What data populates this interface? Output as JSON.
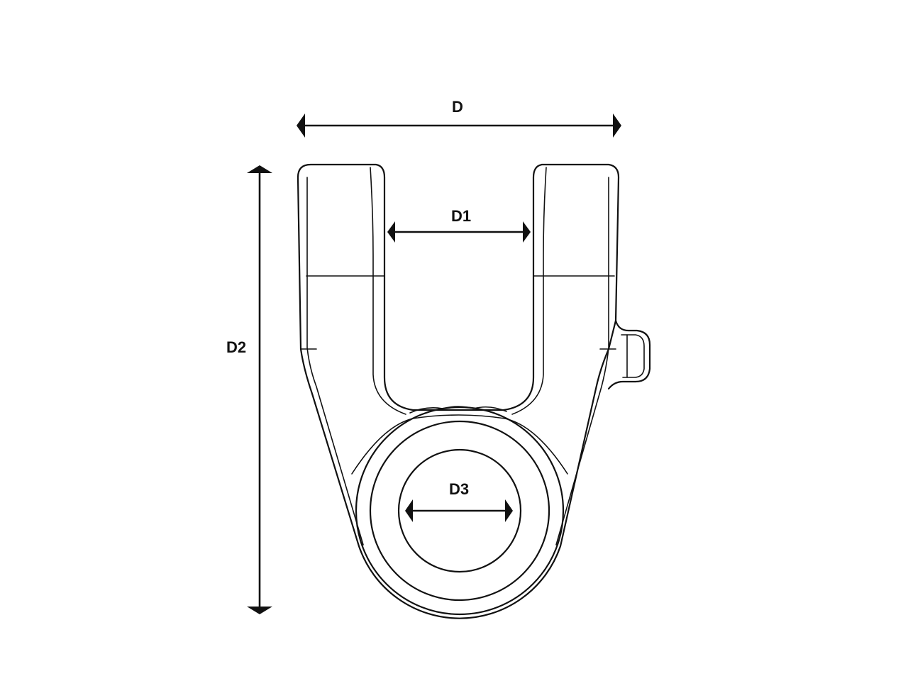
{
  "dimensions": {
    "d": {
      "label": "D"
    },
    "d1": {
      "label": "D1"
    },
    "d2": {
      "label": "D2"
    },
    "d3": {
      "label": "D3"
    }
  },
  "colors": {
    "line": "#111111",
    "background": "#ffffff"
  }
}
